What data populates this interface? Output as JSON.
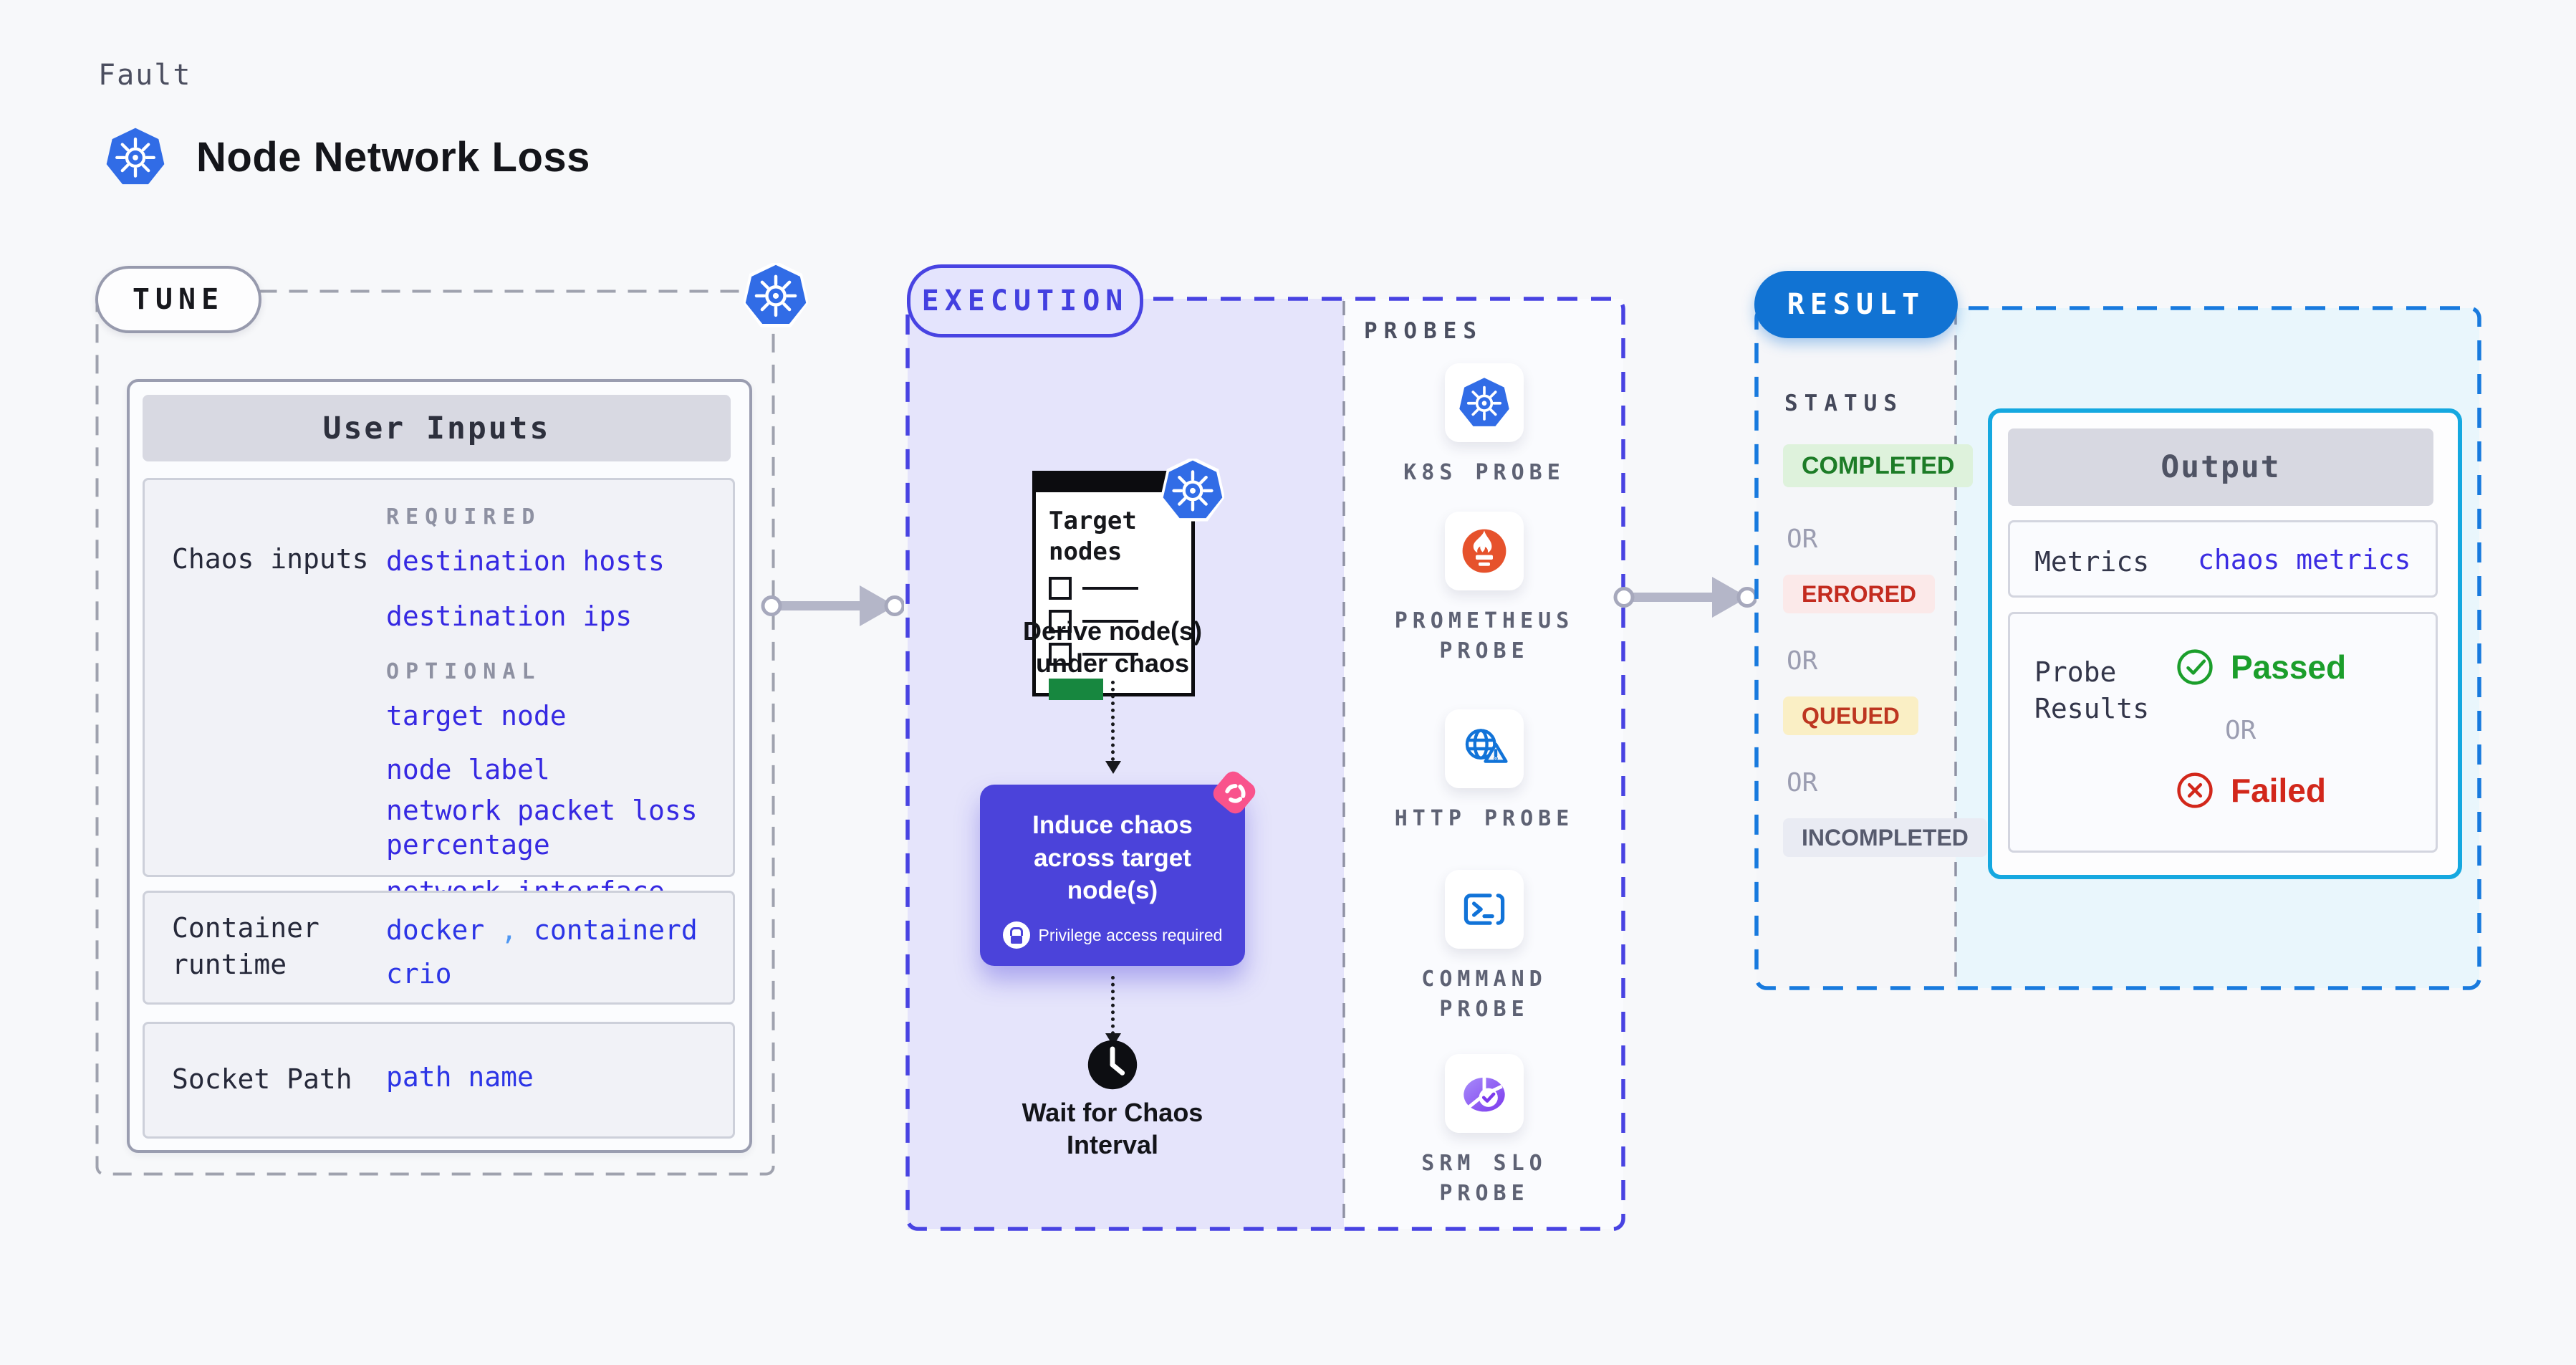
{
  "header": {
    "eyebrow": "Fault",
    "title": "Node Network Loss"
  },
  "tune": {
    "badge": "TUNE",
    "user_inputs_title": "User Inputs",
    "chaos": {
      "label": "Chaos inputs",
      "required_heading": "REQUIRED",
      "required": [
        "destination hosts",
        "destination ips"
      ],
      "optional_heading": "OPTIONAL",
      "optional": [
        "target node",
        "node label",
        "network packet loss percentage",
        "network interface"
      ]
    },
    "runtime": {
      "label": "Container runtime",
      "value1": "docker",
      "separator": ",",
      "value2": "containerd",
      "value3": "crio"
    },
    "socket": {
      "label": "Socket Path",
      "value": "path name"
    }
  },
  "execution": {
    "badge": "EXECUTION",
    "target_card_title": "Target nodes",
    "derive_label": "Derive node(s) under chaos",
    "induce_label": "Induce chaos across target node(s)",
    "privilege_label": "Privilege access required",
    "wait_label": "Wait for Chaos Interval"
  },
  "probes": {
    "heading": "PROBES",
    "items": [
      {
        "name": "K8S PROBE",
        "icon": "kubernetes-icon"
      },
      {
        "name": "PROMETHEUS PROBE",
        "icon": "prometheus-icon"
      },
      {
        "name": "HTTP PROBE",
        "icon": "http-globe-warning-icon"
      },
      {
        "name": "COMMAND PROBE",
        "icon": "terminal-icon"
      },
      {
        "name": "SRM SLO PROBE",
        "icon": "slo-pie-check-icon"
      }
    ]
  },
  "result": {
    "badge": "RESULT",
    "status_heading": "STATUS",
    "or_label": "OR",
    "statuses": [
      {
        "label": "COMPLETED",
        "fg": "#1d7c27",
        "bg": "#def2dc"
      },
      {
        "label": "ERRORED",
        "fg": "#c32b1f",
        "bg": "#fbe9e9"
      },
      {
        "label": "QUEUED",
        "fg": "#bd3620",
        "bg": "#faefc5"
      },
      {
        "label": "INCOMPLETED",
        "fg": "#575b6e",
        "bg": "#e9ebf3"
      }
    ],
    "output": {
      "title": "Output",
      "metrics_label": "Metrics",
      "metrics_value": "chaos metrics",
      "probe_results_label": "Probe Results",
      "passed_label": "Passed",
      "or_label": "OR",
      "failed_label": "Failed"
    }
  },
  "colors": {
    "kubernetes_blue": "#316CE6",
    "execution_indigo": "#4843E2",
    "induce_box": "#4B43DA",
    "result_blue": "#1173D3",
    "output_border_cyan": "#15A8E0",
    "chaos_pink": "#F9538C",
    "prometheus_orange": "#E6522C",
    "probe_icon_blue": "#1173D8",
    "srm_purple": "#7C3AED",
    "passed_green": "#1B9E2B",
    "failed_red": "#D2271B",
    "arrow_gray": "#B4B6C8"
  }
}
